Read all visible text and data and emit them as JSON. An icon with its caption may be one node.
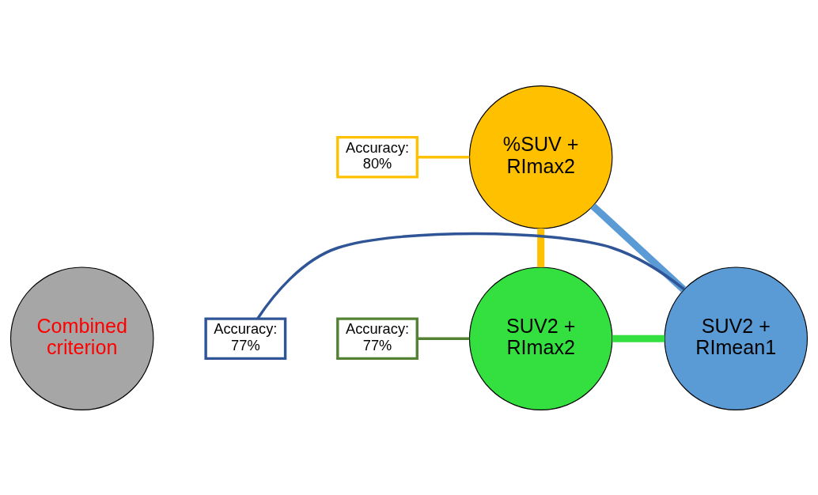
{
  "diagram": {
    "nodes": [
      {
        "text": [
          "Combined criterion"
        ]
      },
      {
        "text": [
          "%SUV + RImax2"
        ]
      },
      {
        "text": [
          "SUV2 + RImean1"
        ]
      },
      {
        "text": [
          "SUV2 + RImax2"
        ]
      },
      {
        "text": [
          "Accuracy: 80%"
        ]
      },
      {
        "text": [
          "Accuracy: 77%"
        ]
      },
      {
        "text": [
          "Accuracy: 77%"
        ]
      }
    ],
    "edges": [
      {
        "from": 1,
        "to": 3,
        "arrow": "none",
        "style": "thick",
        "color": "#ffc000"
      },
      {
        "from": 3,
        "to": 2,
        "arrow": "none",
        "style": "thick",
        "color": "#33e040"
      },
      {
        "from": 2,
        "to": 1,
        "arrow": "none",
        "style": "thick",
        "color": "#5b9bd5"
      },
      {
        "from": 4,
        "to": 1,
        "arrow": "none",
        "color": "#ffc000"
      },
      {
        "from": 5,
        "to": 2,
        "arrow": "none",
        "color": "#2f5597"
      },
      {
        "from": 6,
        "to": 3,
        "arrow": "none",
        "color": "#548235"
      }
    ]
  }
}
